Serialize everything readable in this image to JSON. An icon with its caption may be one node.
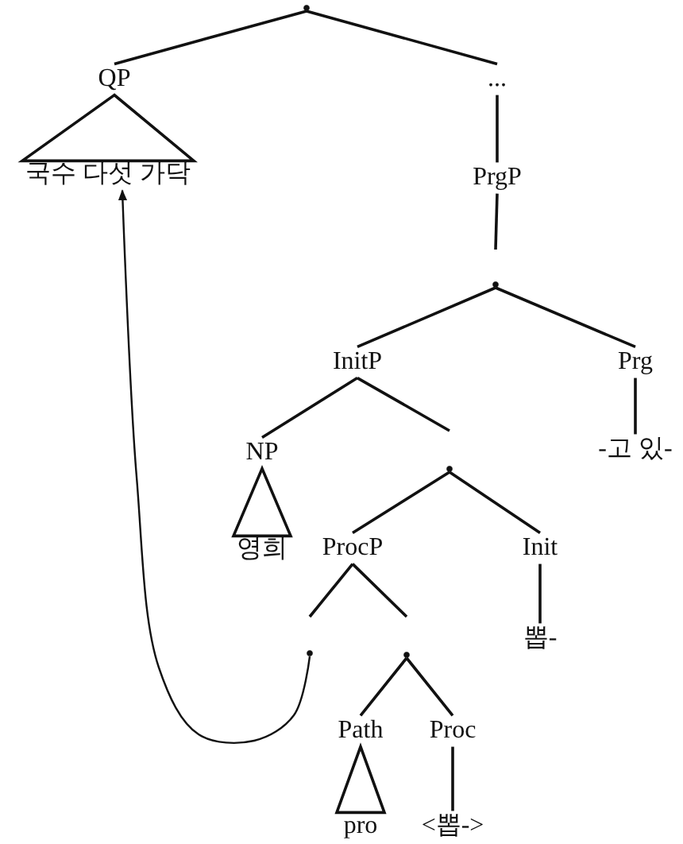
{
  "diagram": {
    "nodes": [
      {
        "text": [],
        "shape": "point"
      },
      {
        "text": [
          "QP"
        ]
      },
      {
        "text": [
          "국수 다섯 가닥"
        ]
      },
      {
        "text": [
          "..."
        ]
      },
      {
        "text": [
          "PrgP"
        ]
      },
      {
        "text": [],
        "shape": "point"
      },
      {
        "text": [
          "InitP"
        ]
      },
      {
        "text": [
          "Prg"
        ]
      },
      {
        "text": [
          "NP"
        ]
      },
      {
        "text": [],
        "shape": "point"
      },
      {
        "text": [
          "-고 있-"
        ]
      },
      {
        "text": [
          "영희"
        ]
      },
      {
        "text": [
          "ProcP"
        ]
      },
      {
        "text": [
          "Init"
        ]
      },
      {
        "text": [],
        "shape": "point"
      },
      {
        "text": [],
        "shape": "point"
      },
      {
        "text": [
          "뽑-"
        ]
      },
      {
        "text": [
          "Path"
        ]
      },
      {
        "text": [
          "Proc"
        ]
      },
      {
        "text": [
          "pro"
        ]
      },
      {
        "text": [
          "<뽑->"
        ]
      }
    ],
    "edges": [
      {
        "from": 0,
        "to": 1,
        "arrow": "none"
      },
      {
        "from": 0,
        "to": 3,
        "arrow": "none"
      },
      {
        "from": 1,
        "to": 2,
        "arrow": "none"
      },
      {
        "from": 3,
        "to": 4,
        "arrow": "none"
      },
      {
        "from": 4,
        "to": 5,
        "arrow": "none"
      },
      {
        "from": 5,
        "to": 6,
        "arrow": "none"
      },
      {
        "from": 5,
        "to": 7,
        "arrow": "none"
      },
      {
        "from": 6,
        "to": 8,
        "arrow": "none"
      },
      {
        "from": 6,
        "to": 9,
        "arrow": "none"
      },
      {
        "from": 7,
        "to": 10,
        "arrow": "none"
      },
      {
        "from": 8,
        "to": 11,
        "arrow": "none"
      },
      {
        "from": 9,
        "to": 12,
        "arrow": "none"
      },
      {
        "from": 9,
        "to": 13,
        "arrow": "none"
      },
      {
        "from": 12,
        "to": 14,
        "arrow": "none"
      },
      {
        "from": 12,
        "to": 15,
        "arrow": "none"
      },
      {
        "from": 13,
        "to": 16,
        "arrow": "none"
      },
      {
        "from": 15,
        "to": 17,
        "arrow": "none"
      },
      {
        "from": 15,
        "to": 18,
        "arrow": "none"
      },
      {
        "from": 17,
        "to": 19,
        "arrow": "none"
      },
      {
        "from": 18,
        "to": 20,
        "arrow": "none"
      },
      {
        "from": 14,
        "to": 2,
        "arrow": "to"
      }
    ]
  }
}
